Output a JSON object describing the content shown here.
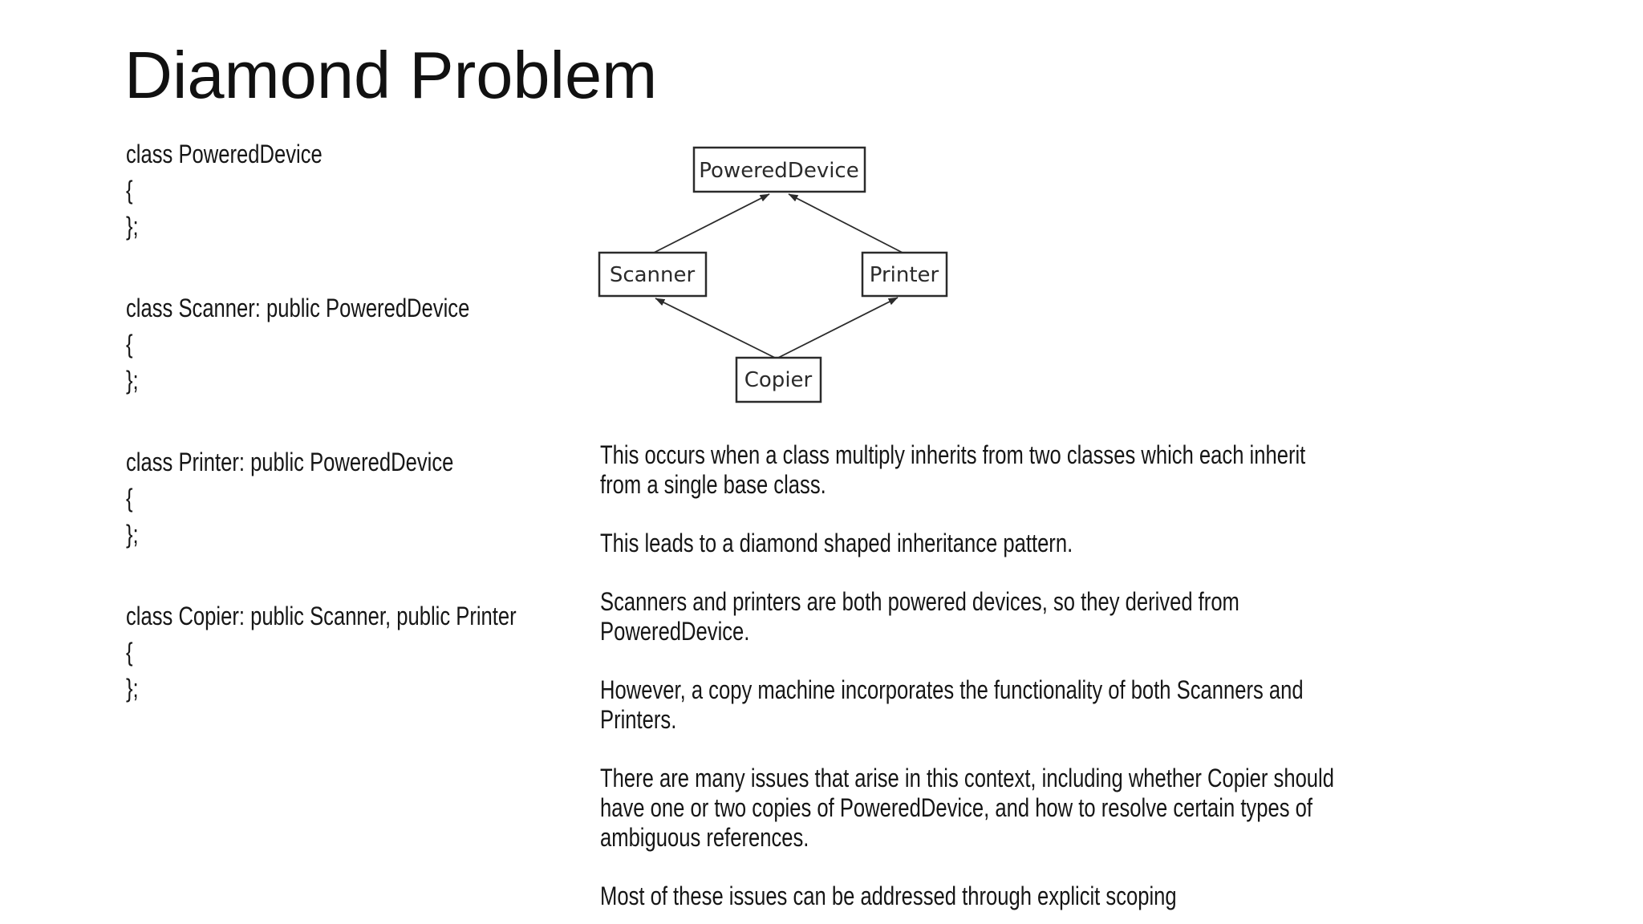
{
  "slide": {
    "title": "Diamond Problem"
  },
  "code": {
    "blocks": [
      {
        "text": "class PoweredDevice\n{\n};"
      },
      {
        "text": "class Scanner: public PoweredDevice\n{\n};"
      },
      {
        "text": "class Printer: public PoweredDevice\n{\n};"
      },
      {
        "text": "class Copier: public Scanner, public Printer\n{\n};"
      }
    ]
  },
  "diagram": {
    "nodes": [
      {
        "id": "powereddevice",
        "label": "PoweredDevice"
      },
      {
        "id": "scanner",
        "label": "Scanner"
      },
      {
        "id": "printer",
        "label": "Printer"
      },
      {
        "id": "copier",
        "label": "Copier"
      }
    ],
    "edges": [
      {
        "from": "Scanner",
        "to": "PoweredDevice"
      },
      {
        "from": "Printer",
        "to": "PoweredDevice"
      },
      {
        "from": "Copier",
        "to": "Scanner"
      },
      {
        "from": "Copier",
        "to": "Printer"
      }
    ]
  },
  "body": {
    "paragraphs": [
      "This occurs when a class multiply inherits from two classes which each inherit\nfrom a single base class.",
      "This leads to a diamond shaped inheritance pattern.",
      "Scanners and printers are both powered devices, so they derived from\nPoweredDevice.",
      "However, a copy machine incorporates the functionality of both Scanners and\nPrinters.",
      "There are many issues that arise in this context, including whether Copier should\nhave one or two copies of PoweredDevice, and how to resolve certain types of\nambiguous references.",
      "Most of these issues can be addressed through explicit scoping"
    ]
  },
  "colors": {
    "background": "#ffffff",
    "text": "#161616",
    "diagram_stroke": "#2b2b2b"
  }
}
